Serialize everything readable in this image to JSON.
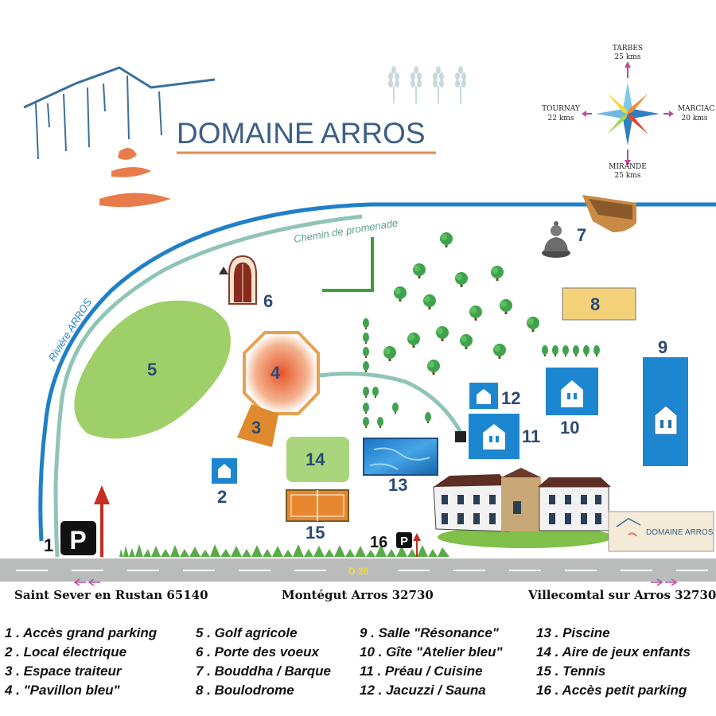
{
  "header": {
    "title": "DOMAINE ARROS"
  },
  "compass": {
    "north": {
      "name": "TARBES",
      "dist": "25 kms"
    },
    "west": {
      "name": "TOURNAY",
      "dist": "22 kms"
    },
    "east": {
      "name": "MARCIAC",
      "dist": "20 kms"
    },
    "south": {
      "name": "MIRANDE",
      "dist": "25 kms"
    }
  },
  "map": {
    "river_label": "Rivière ARROS",
    "path_label": "Chemin de promenade",
    "road_label": "D 28",
    "sign_text": "DOMAINE ARROS",
    "parking_symbol": "P",
    "markers": [
      "1",
      "2",
      "3",
      "4",
      "5",
      "6",
      "7",
      "8",
      "9",
      "10",
      "11",
      "12",
      "13",
      "14",
      "15",
      "16"
    ]
  },
  "towns": {
    "left": "Saint Sever en Rustan 65140",
    "center": "Montégut Arros 32730",
    "right": "Villecomtal sur Arros 32730"
  },
  "legend": {
    "col1": [
      "1 . Accès grand parking",
      "2 . Local électrique",
      "3 . Espace traiteur",
      "4 . \"Pavillon bleu\""
    ],
    "col2": [
      "5 . Golf agricole",
      "6 . Porte des voeux",
      "7 . Bouddha / Barque",
      "8 . Boulodrome"
    ],
    "col3": [
      "9 . Salle \"Résonance\"",
      "10 . Gîte \"Atelier bleu\"",
      "11 . Préau / Cuisine",
      "12 . Jacuzzi / Sauna"
    ],
    "col4": [
      "13 . Piscine",
      "14 . Aire de jeux enfants",
      "15 . Tennis",
      "16 . Accès petit parking"
    ]
  },
  "colors": {
    "river": "#1f7fc8",
    "path": "#8fc4b7",
    "building_blue": "#1d86d0",
    "golf_green": "#9fcf68",
    "play_green": "#a9d57c",
    "tennis": "#e6872f",
    "boulodrome": "#f3d27a",
    "road": "#b9bcba",
    "label_blue": "#2b4a73"
  }
}
